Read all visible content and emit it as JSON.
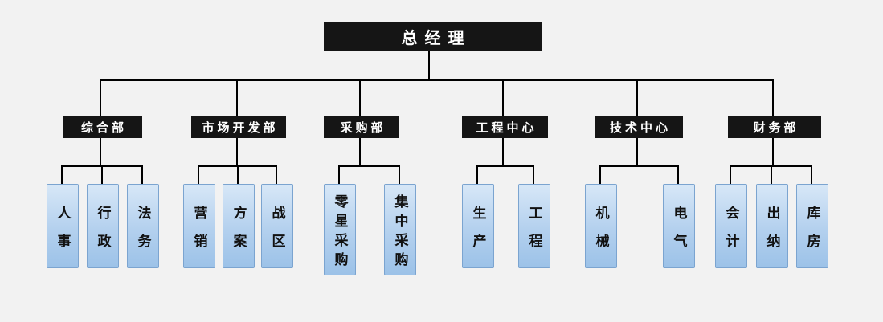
{
  "chart": {
    "root": {
      "label": "总经理"
    },
    "departments": [
      {
        "label": "综合部",
        "children": [
          "人事",
          "行政",
          "法务"
        ]
      },
      {
        "label": "市场开发部",
        "children": [
          "营销",
          "方案",
          "战区"
        ]
      },
      {
        "label": "采购部",
        "children": [
          "零星采购",
          "集中采购"
        ]
      },
      {
        "label": "工程中心",
        "children": [
          "生产",
          "工程"
        ]
      },
      {
        "label": "技术中心",
        "children": [
          "机械",
          "电气"
        ]
      },
      {
        "label": "财务部",
        "children": [
          "会计",
          "出纳",
          "库房"
        ]
      }
    ],
    "colors": {
      "background": "#f2f2f2",
      "node_bg": "#151515",
      "node_text": "#ffffff",
      "leaf_fill_top": "#d7e7f7",
      "leaf_fill_bottom": "#9cc2e8",
      "leaf_border": "#7ba4d0",
      "connector": "#000000"
    }
  }
}
